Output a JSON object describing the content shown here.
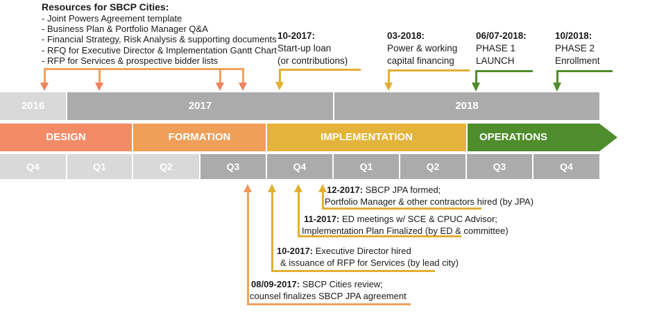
{
  "resources": {
    "title": "Resources for SBCP Cities:",
    "items": [
      "- Joint Powers Agreement template",
      "- Business Plan & Portfolio Manager Q&A",
      "- Financial Strategy, Risk Analysis & supporting documents",
      "- RFQ for Executive Director & Implementation Gantt Chart",
      "- RFP for Services & prospective bidder lists"
    ]
  },
  "top_annotations": [
    {
      "date": "10-2017:",
      "line1": "Start-up loan",
      "line2": "(or contributions)"
    },
    {
      "date": "03-2018:",
      "line1": "Power & working",
      "line2": "capital financing"
    },
    {
      "date": "06/07-2018:",
      "line1": "PHASE 1",
      "line2": "LAUNCH"
    },
    {
      "date": "10/2018:",
      "line1": "PHASE 2",
      "line2": "Enrollment"
    }
  ],
  "timeline": {
    "years": [
      {
        "label": "2016"
      },
      {
        "label": "2017"
      },
      {
        "label": "2018"
      }
    ],
    "phases": [
      {
        "label": "DESIGN"
      },
      {
        "label": "FORMATION"
      },
      {
        "label": "IMPLEMENTATION"
      },
      {
        "label": "OPERATIONS"
      }
    ],
    "quarters": [
      "Q4",
      "Q1",
      "Q2",
      "Q3",
      "Q4",
      "Q1",
      "Q2",
      "Q3",
      "Q4"
    ]
  },
  "bottom_annotations": [
    {
      "date": "12-2017:",
      "line1": "SBCP JPA formed;",
      "line2": "Portfolio Manager & other contractors hired (by JPA)"
    },
    {
      "date": "11-2017:",
      "line1": "ED meetings w/ SCE & CPUC Advisor;",
      "line2": "Implementation Plan Finalized (by ED & committee)"
    },
    {
      "date": "10-2017:",
      "line1": "Executive Director hired",
      "line2": "& issuance of RFP for Services (by lead city)"
    },
    {
      "date": "08/09-2017:",
      "line1": "SBCP Cities review;",
      "line2": "counsel finalizes SBCP JPA agreement"
    }
  ],
  "colors": {
    "design_salmon": "#F28B66",
    "formation_orange": "#EF9F58",
    "implementation_gold": "#E3B33B",
    "operations_green": "#4E8C2C",
    "bar_gray_dark": "#ABABAB",
    "bar_gray_light": "#D9D9D9",
    "connector_orange": "#F0A05C",
    "connector_gold": "#E2AF33",
    "connector_green": "#4E8C2C"
  }
}
